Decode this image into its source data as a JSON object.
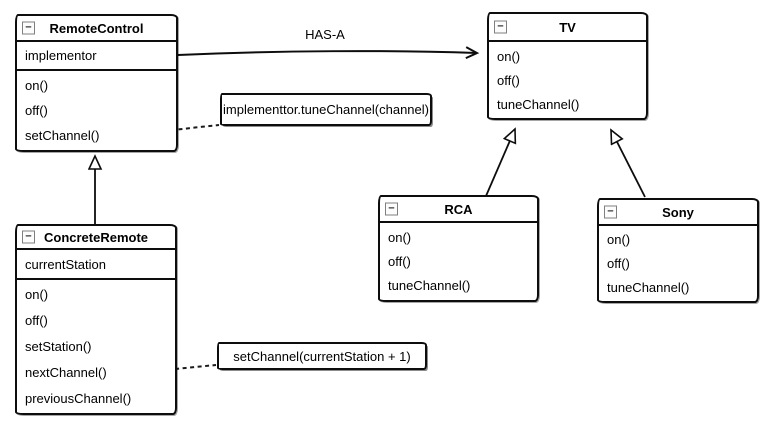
{
  "diagram": {
    "background": "#ffffff",
    "line_color": "#000000",
    "collapse_glyph": "−",
    "relationship_label": "HAS-A",
    "classes": [
      {
        "title": "RemoteControl",
        "attributes": [
          "implementor"
        ],
        "methods": [
          "on()",
          "off()",
          "setChannel()"
        ]
      },
      {
        "title": "ConcreteRemote",
        "attributes": [
          "currentStation"
        ],
        "methods": [
          "on()",
          "off()",
          "setStation()",
          "nextChannel()",
          "previousChannel()"
        ]
      },
      {
        "title": "TV",
        "attributes": [],
        "methods": [
          "on()",
          "off()",
          "tuneChannel()"
        ]
      },
      {
        "title": "RCA",
        "attributes": [],
        "methods": [
          "on()",
          "off()",
          "tuneChannel()"
        ]
      },
      {
        "title": "Sony",
        "attributes": [],
        "methods": [
          "on()",
          "off()",
          "tuneChannel()"
        ]
      }
    ],
    "notes": [
      {
        "text": "implementtor.tuneChannel(channel)"
      },
      {
        "text": "setChannel(currentStation + 1)"
      }
    ],
    "connectors": [
      {
        "type": "association",
        "from": "RemoteControl",
        "to": "TV",
        "label": "HAS-A"
      },
      {
        "type": "generalization",
        "from": "ConcreteRemote",
        "to": "RemoteControl"
      },
      {
        "type": "generalization",
        "from": "RCA",
        "to": "TV"
      },
      {
        "type": "generalization",
        "from": "Sony",
        "to": "TV"
      },
      {
        "type": "note-link",
        "from": "RemoteControl.setChannel()",
        "to": "implementtor.tuneChannel(channel)"
      },
      {
        "type": "note-link",
        "from": "ConcreteRemote.nextChannel()",
        "to": "setChannel(currentStation + 1)"
      }
    ]
  }
}
